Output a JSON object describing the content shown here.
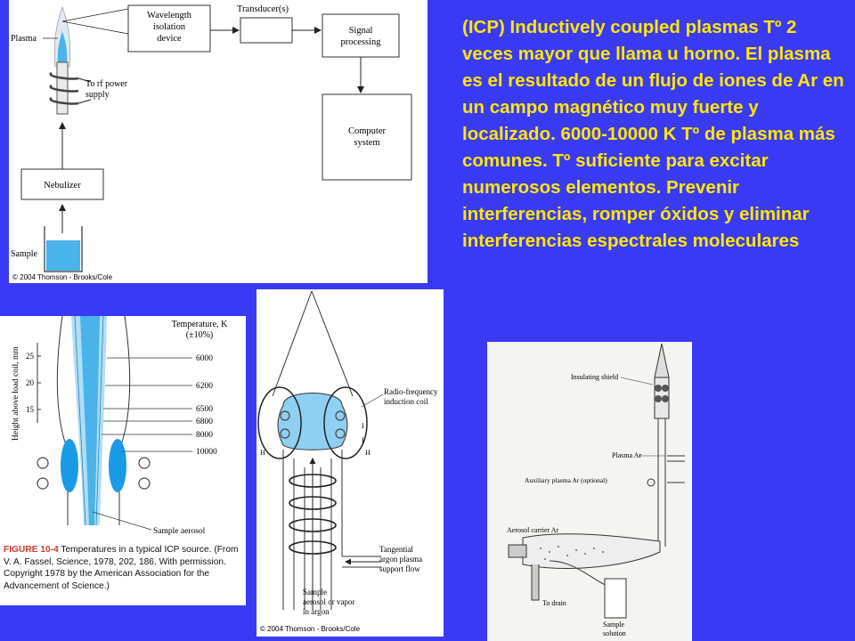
{
  "headline": "(ICP)  Inductively coupled plasmas Tº 2 veces mayor que llama u horno. El plasma es el resultado de un flujo de iones de Ar en un campo magnético muy fuerte y localizado. 6000-10000 K Tº de plasma más comunes. Tº suficiente para excitar numerosos elementos. Prevenir interferencias, romper óxidos y eliminar interferencias espectrales moleculares",
  "diagram_block": {
    "wavelength_line1": "Wavelength",
    "wavelength_line2": "isolation",
    "wavelength_line3": "device",
    "transducer": "Transducer(s)",
    "signal_line1": "Signal",
    "signal_line2": "processing",
    "computer_line1": "Computer",
    "computer_line2": "system",
    "plasma": "Plasma",
    "rf_line1": "To rf power",
    "rf_line2": "supply",
    "nebulizer": "Nebulizer",
    "sample": "Sample",
    "copyright": "© 2004 Thomson - Brooks/Cole"
  },
  "diagram_temp": {
    "title_line1": "Temperature, K",
    "title_line2": "(±10%)",
    "y_axis_label": "Height above load coil, mm",
    "y_ticks": [
      "25",
      "20",
      "15"
    ],
    "temps": [
      "6000",
      "6200",
      "6500",
      "6800",
      "8000",
      "10000"
    ],
    "aerosol_label": "Sample aerosol",
    "caption_fig": "FIGURE 10-4",
    "caption_text": "Temperatures in a typical ICP source. (From V. A. Fassel, Science, 1978, 202, 186. With permission. Copyright 1978 by the American Association for the Advancement of Science.)"
  },
  "diagram_coil": {
    "rf_line1": "Radio-frequency",
    "rf_line2": "induction coil",
    "h_label": "H",
    "i_label": "I",
    "tangential_line1": "Tangential",
    "tangential_line2": "argon plasma",
    "tangential_line3": "support flow",
    "sample_line1": "Sample",
    "sample_line2": "aerosol or vapor",
    "sample_line3": "in argon",
    "copyright": "© 2004 Thomson - Brooks/Cole"
  },
  "diagram_torch": {
    "shield": "Insulating shield",
    "plasma_ar": "Plasma Ar",
    "aux_ar": "Auxiliary plasma Ar (optional)",
    "carrier_ar": "Aerosol carrier Ar",
    "drain": "To drain",
    "sample_line1": "Sample",
    "sample_line2": "solution"
  },
  "colors": {
    "background": "#3a3af5",
    "headline": "#ffe800",
    "plasma_blue": "#49b3ea",
    "figure_label": "#d23a2a"
  }
}
